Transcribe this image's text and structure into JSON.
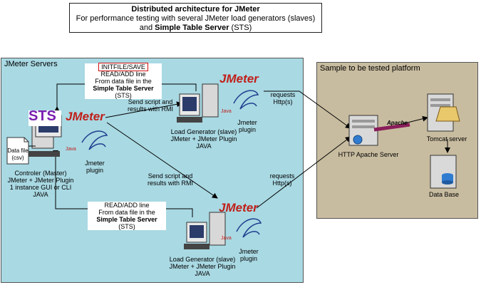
{
  "header": {
    "title": "Distributed architecture for JMeter",
    "line2": "For performance testing with several JMeter load generators (slaves)",
    "line3_prefix": "and ",
    "line3_bold": "Simple Table Server",
    "line3_suffix": " (STS)"
  },
  "panels": {
    "jmeter_servers": "JMeter Servers",
    "sample_platform": "Sample to be tested platform"
  },
  "labels": {
    "initfile": "INITFILE/SAVE",
    "read_add_top": "READ/ADD line",
    "from_data_top": "From data file in the",
    "sts_bold_top": "Simple Table Server",
    "sts_suffix_top": " (STS)",
    "read_add_bottom": "READ/ADD line",
    "from_data_bottom": "From data file in the",
    "sts_bold_bottom": "Simple Table Server",
    "sts_suffix_bottom": " (STS)",
    "send_script_1": "Send script and",
    "send_script_2": "results with RMI",
    "send_script_3": "Send script and",
    "send_script_4": "results with RMI",
    "requests_top_1": "requests",
    "requests_top_2": "Http(s)",
    "requests_bottom_1": "requests",
    "requests_bottom_2": "Http(s)",
    "data_file_1": "Data file",
    "data_file_2": "(csv)",
    "controller_1": "Controler (Master)",
    "controller_2": "JMeter + JMeter Plugin",
    "controller_3": "1 instance GUI or CLI",
    "controller_4": "JAVA",
    "jmeter_plugin_left_1": "Jmeter",
    "jmeter_plugin_left_2": "plugin",
    "lg_top_1": "Load Generator (slave)",
    "lg_top_2": "JMeter + JMeter Plugin",
    "lg_top_3": "JAVA",
    "jmeter_plugin_top_1": "Jmeter",
    "jmeter_plugin_top_2": "plugin",
    "lg_bottom_1": "Load Generator (slave)",
    "lg_bottom_2": "JMeter + JMeter Plugin",
    "lg_bottom_3": "JAVA",
    "jmeter_plugin_bottom_1": "Jmeter",
    "jmeter_plugin_bottom_2": "plugin",
    "http_server": "HTTP Apache Server",
    "tomcat": "Tomcat server",
    "database": "Data Base",
    "sts_logo": "STS",
    "jmeter_logo": "JMeter",
    "apache_small": "Apache",
    "java_small": "Java"
  },
  "colors": {
    "jmeter_panel": "#a9d9e3",
    "sample_panel": "#c8bca0",
    "initfile_border": "#d01010",
    "jmeter_red": "#c0201a"
  }
}
